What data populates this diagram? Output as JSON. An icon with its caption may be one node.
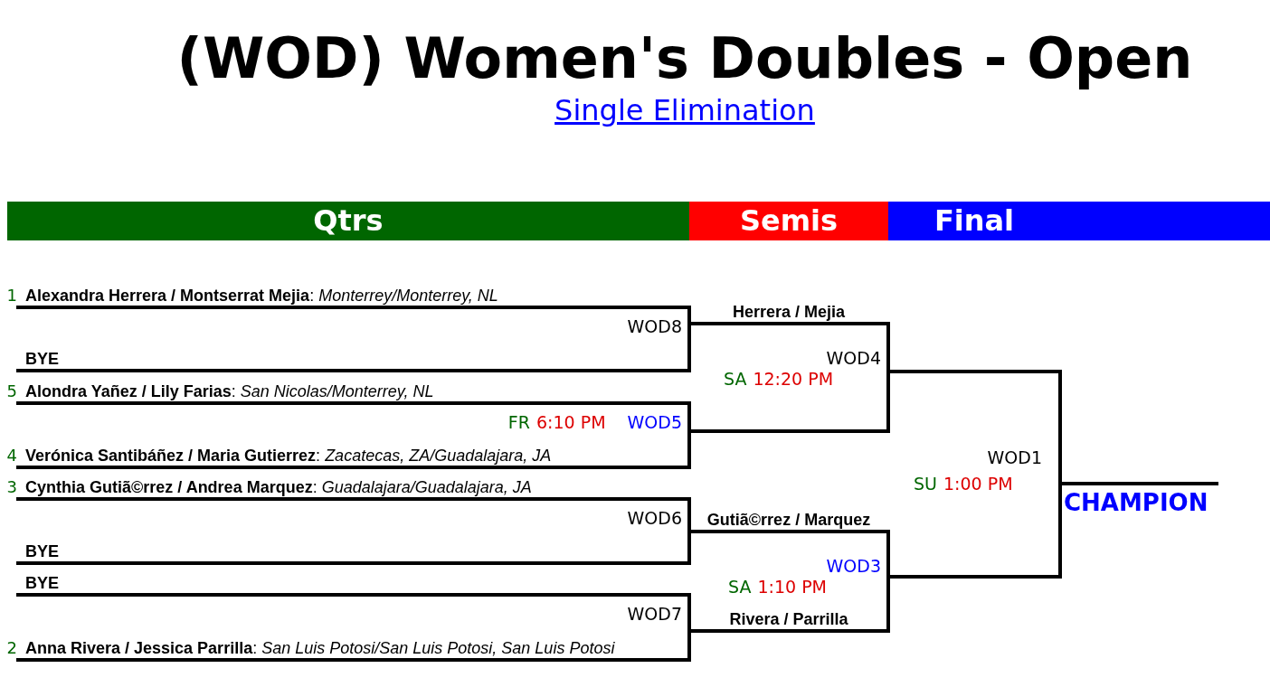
{
  "diagram": {
    "title": "(WOD) Women's Doubles - Open",
    "nodes": [
      {
        "text": [
          "Qtrs"
        ]
      },
      {
        "text": [
          "Semis"
        ]
      },
      {
        "text": [
          "Final"
        ]
      },
      {
        "text": [
          "**Alexandra Herrera / Montserrat Mejia**: *Monterrey/Monterrey, NL*"
        ],
        "beside": [
          "1"
        ]
      },
      {
        "text": [
          "BYE"
        ]
      },
      {
        "text": [
          "**Alondra Yañez / Lily Farias**: *San Nicolas/Monterrey, NL*"
        ],
        "beside": [
          "5"
        ]
      },
      {
        "text": [
          "**Verónica Santibáñez / Maria Gutierrez**: *Zacatecas, ZA/Guadalajara, JA*"
        ],
        "beside": [
          "4"
        ]
      },
      {
        "text": [
          "**Cynthia Gutiã©rrez / Andrea Marquez**: *Guadalajara/Guadalajara, JA*"
        ],
        "beside": [
          "3"
        ]
      },
      {
        "text": [
          "BYE"
        ]
      },
      {
        "text": [
          "BYE"
        ]
      },
      {
        "text": [
          "**Anna Rivera / Jessica Parrilla**: *San Luis Potosi/San Luis Potosi, San Luis Potosi*"
        ],
        "beside": [
          "2"
        ]
      },
      {
        "text": [
          "WOD8"
        ]
      },
      {
        "text": [
          "FR",
          "6:10 PM",
          "WOD5"
        ]
      },
      {
        "text": [
          "WOD6"
        ]
      },
      {
        "text": [
          "WOD7"
        ]
      },
      {
        "text": [
          "WOD4",
          "SA",
          "12:20 PM"
        ]
      },
      {
        "text": [
          "WOD3",
          "SA",
          "1:10 PM"
        ]
      },
      {
        "text": [
          "WOD1",
          "SU",
          "1:00 PM"
        ]
      },
      {
        "text": [
          "CHAMPION"
        ]
      }
    ],
    "edges": [
      {
        "from": 3,
        "to": 11,
        "arrow": "none"
      },
      {
        "from": 4,
        "to": 11,
        "arrow": "none"
      },
      {
        "from": 5,
        "to": 12,
        "arrow": "none"
      },
      {
        "from": 6,
        "to": 12,
        "arrow": "none"
      },
      {
        "from": 7,
        "to": 13,
        "arrow": "none"
      },
      {
        "from": 8,
        "to": 13,
        "arrow": "none"
      },
      {
        "from": 9,
        "to": 14,
        "arrow": "none"
      },
      {
        "from": 10,
        "to": 14,
        "arrow": "none"
      },
      {
        "from": 11,
        "to": 15,
        "arrow": "none",
        "label": "Herrera / Mejia"
      },
      {
        "from": 12,
        "to": 15,
        "arrow": "none"
      },
      {
        "from": 13,
        "to": 16,
        "arrow": "none",
        "label": "Gutiã©rrez / Marquez"
      },
      {
        "from": 14,
        "to": 16,
        "arrow": "none",
        "label": "Rivera / Parrilla"
      },
      {
        "from": 15,
        "to": 17,
        "arrow": "none"
      },
      {
        "from": 16,
        "to": 17,
        "arrow": "none"
      },
      {
        "from": 17,
        "to": 18,
        "arrow": "none"
      }
    ],
    "labels": [
      "Single Elimination"
    ]
  }
}
